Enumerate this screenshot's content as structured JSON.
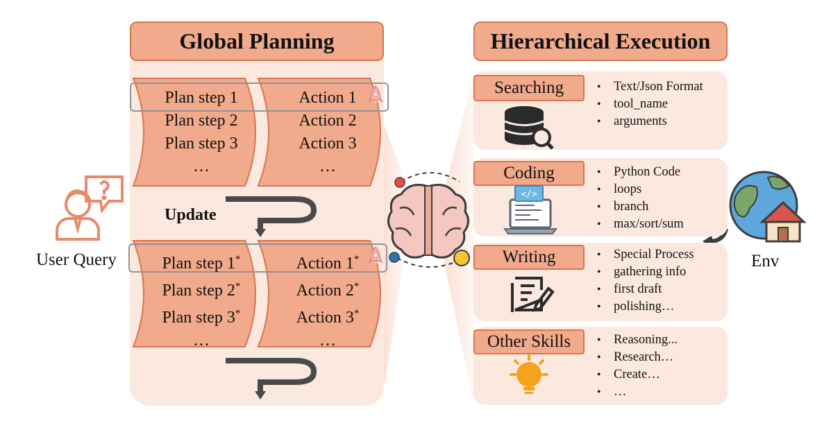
{
  "global": {
    "title": "Global Planning",
    "update_label": "Update",
    "block1": {
      "plans": [
        "Plan step 1",
        "Plan step 2",
        "Plan step 3",
        "…"
      ],
      "actions": [
        "Action 1",
        "Action 2",
        "Action 3",
        "…"
      ]
    },
    "block2": {
      "plans": [
        "Plan step 1",
        "Plan step 2",
        "Plan step 3",
        "…"
      ],
      "actions": [
        "Action 1",
        "Action 2",
        "Action 3",
        "…"
      ],
      "star": "*"
    }
  },
  "user_query_label": "User Query",
  "env_label": "Env",
  "execution": {
    "title": "Hierarchical Execution",
    "skills": [
      {
        "name": "Searching",
        "icon": "database-search-icon",
        "bullets": [
          "Text/Json Format",
          "tool_name",
          "arguments"
        ]
      },
      {
        "name": "Coding",
        "icon": "laptop-code-icon",
        "bullets": [
          "Python Code",
          "loops",
          "branch",
          "max/sort/sum"
        ]
      },
      {
        "name": "Writing",
        "icon": "document-pen-icon",
        "bullets": [
          "Special Process",
          "gathering info",
          "first draft",
          "polishing…"
        ]
      },
      {
        "name": "Other Skills",
        "icon": "lightbulb-icon",
        "bullets": [
          "Reasoning...",
          "Research…",
          "Create…",
          "…"
        ]
      }
    ]
  },
  "colors": {
    "accent_fill": "#f1aa8c",
    "accent_border": "#d9754b",
    "panel": "#fbe9df",
    "arrow": "#4a4a4a"
  }
}
